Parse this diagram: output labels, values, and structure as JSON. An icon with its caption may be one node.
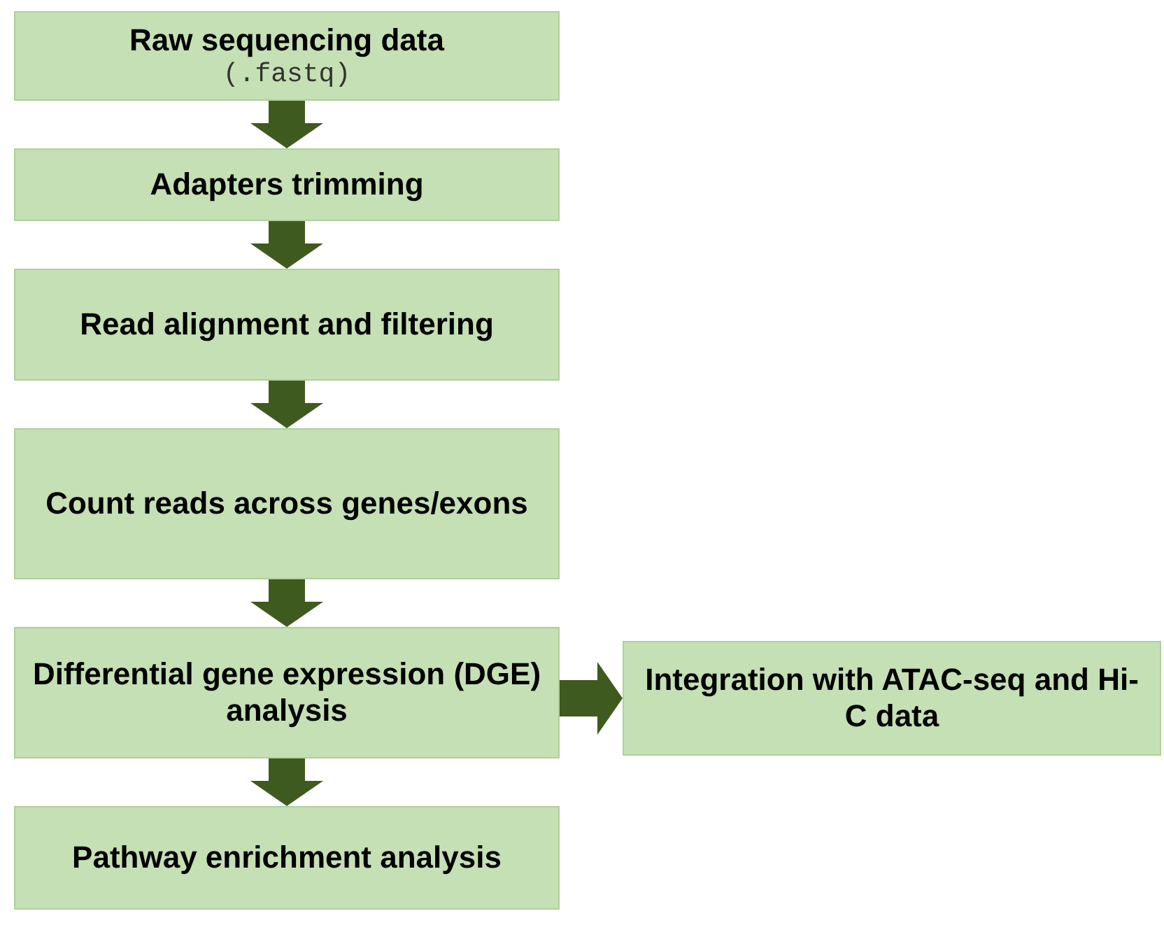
{
  "diagram": {
    "nodes": [
      {
        "text": [
          "Raw sequencing data",
          "(.fastq)"
        ]
      },
      {
        "text": [
          "Adapters trimming"
        ]
      },
      {
        "text": [
          "Read alignment and filtering"
        ]
      },
      {
        "text": [
          "Count reads across genes/exons"
        ]
      },
      {
        "text": [
          "Differential gene expression (DGE) analysis"
        ]
      },
      {
        "text": [
          "Pathway enrichment analysis"
        ]
      },
      {
        "text": [
          "Integration with ATAC-seq and Hi-C data"
        ]
      }
    ],
    "edges": [
      {
        "from": 0,
        "to": 1,
        "arrow": "to"
      },
      {
        "from": 1,
        "to": 2,
        "arrow": "to"
      },
      {
        "from": 2,
        "to": 3,
        "arrow": "to"
      },
      {
        "from": 3,
        "to": 4,
        "arrow": "to"
      },
      {
        "from": 4,
        "to": 5,
        "arrow": "to"
      },
      {
        "from": 4,
        "to": 6,
        "arrow": "to"
      }
    ]
  }
}
